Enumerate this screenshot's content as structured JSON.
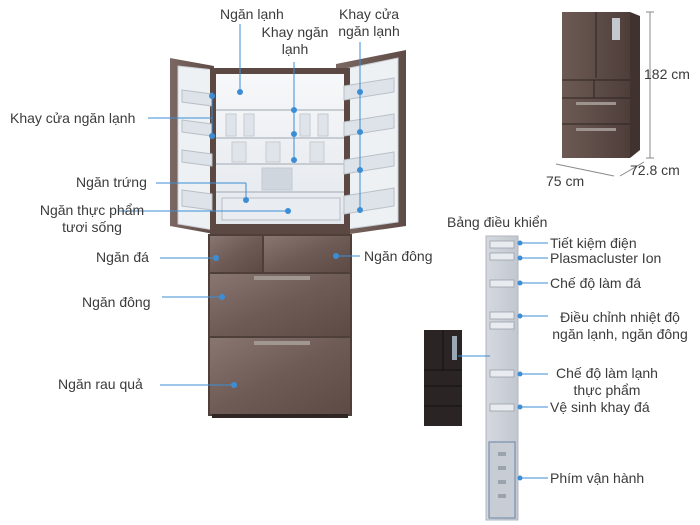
{
  "labels": {
    "ngan_lanh_top": "Ngăn lạnh",
    "khay_ngan_lanh_1": "Khay ngăn",
    "khay_ngan_lanh_2": "lạnh",
    "khay_cua_ngan_lanh_top_1": "Khay cửa",
    "khay_cua_ngan_lanh_top_2": "ngăn lạnh",
    "khay_cua_ngan_lanh_left": "Khay cửa ngăn lạnh",
    "ngan_trung": "Ngăn trứng",
    "ngan_thuc_pham_1": "Ngăn thực phẩm",
    "ngan_thuc_pham_2": "tươi sống",
    "ngan_da": "Ngăn đá",
    "ngan_dong_right": "Ngăn đông",
    "ngan_dong_left": "Ngăn đông",
    "ngan_rau_qua": "Ngăn rau quả"
  },
  "dimensions": {
    "height": "182 cm",
    "width": "75 cm",
    "depth": "72.8 cm"
  },
  "panel": {
    "title": "Bảng điều khiển",
    "items": [
      "Tiết kiệm điện",
      "Plasmacluster Ion",
      "Chế độ làm đá",
      "Điều chỉnh nhiệt độ",
      "ngăn lạnh, ngăn đông",
      "Chế độ làm lạnh",
      "thực phẩm",
      "Vệ sinh khay đá",
      "Phím vận hành"
    ]
  },
  "colors": {
    "accent_line": "#3b8ed6",
    "fridge_body": "#6b5750",
    "fridge_drawer": "#7a6660",
    "interior": "#f2f4f6",
    "panel": "#cfd3da",
    "label_text": "#3b3b3b"
  }
}
